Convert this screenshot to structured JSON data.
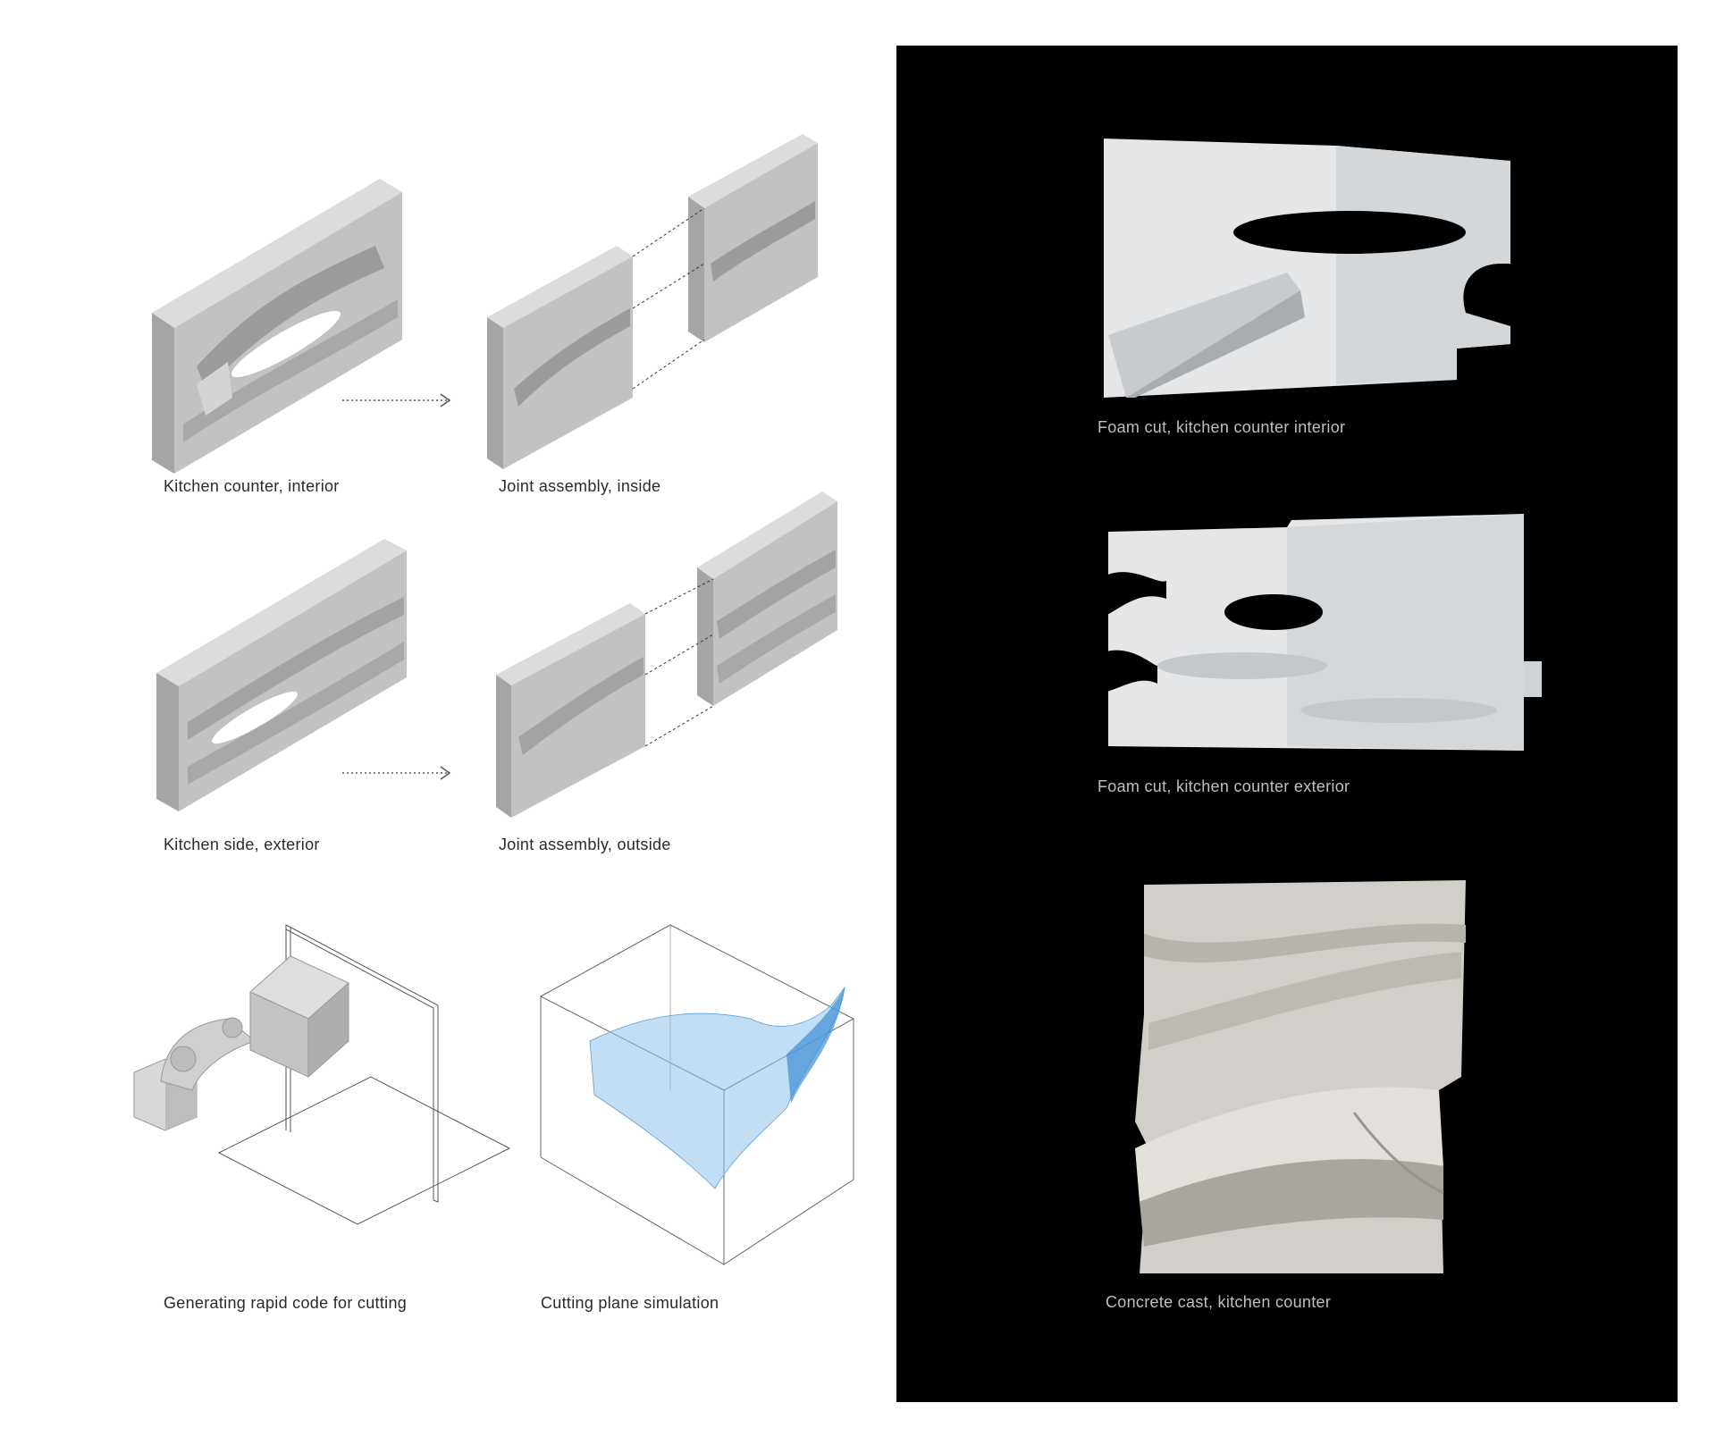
{
  "colors": {
    "background": "#ffffff",
    "dark_panel": "#000000",
    "model_light": "#d9d9d9",
    "model_mid": "#bdbdbd",
    "model_dark": "#9b9b9b",
    "foam": "#e4e6e8",
    "concrete": "#cfccc7",
    "simulation_blue": "#8fc2ec",
    "caption_dark": "#2a2a2a",
    "caption_light": "#bfbfbf"
  },
  "captions": {
    "counter_interior": "Kitchen counter, interior",
    "joint_inside": "Joint assembly, inside",
    "side_exterior": "Kitchen side, exterior",
    "joint_outside": "Joint assembly, outside",
    "rapid_code": "Generating rapid code for cutting",
    "cutting_sim": "Cutting plane simulation",
    "foam_interior": "Foam cut, kitchen counter interior",
    "foam_exterior": "Foam cut, kitchen counter exterior",
    "concrete_cast": "Concrete cast, kitchen counter"
  },
  "icons": {
    "arrow": "dotted-arrow-icon",
    "robot": "robot-arm-icon"
  }
}
